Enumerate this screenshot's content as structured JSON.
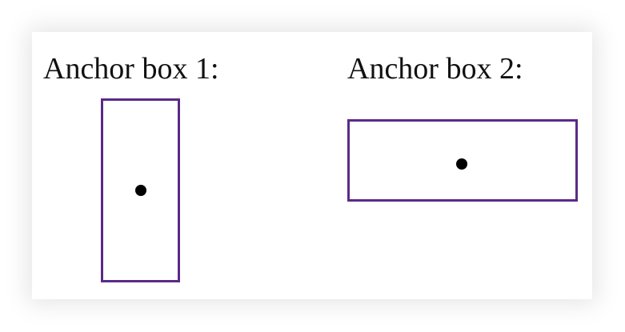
{
  "anchor_boxes": [
    {
      "label": "Anchor box 1:",
      "border_color": "#5b2a86",
      "orientation": "tall"
    },
    {
      "label": "Anchor box 2:",
      "border_color": "#5b2a86",
      "orientation": "wide"
    }
  ]
}
